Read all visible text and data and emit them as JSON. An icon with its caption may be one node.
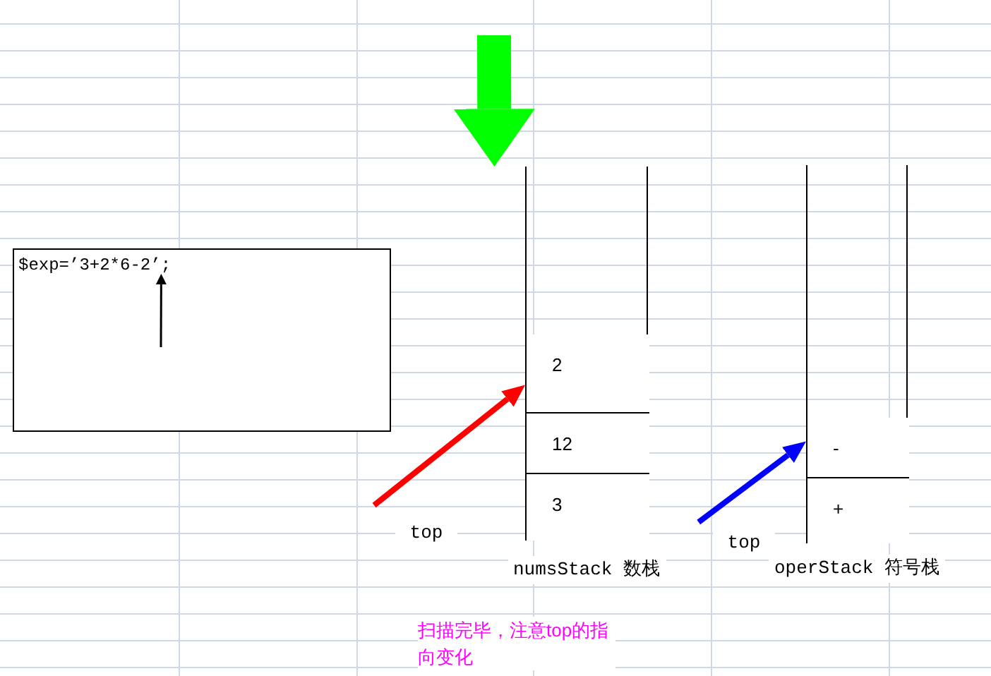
{
  "diagram": {
    "nodes": [
      {
        "text": [],
        "shape": "box"
      },
      {
        "text": [
          "$exp=’3+2*6-2’;"
        ],
        "in": 0
      },
      {
        "text": [],
        "shape": "box",
        "beside": [
          "numsStack 数栈"
        ]
      },
      {
        "text": [
          "2"
        ],
        "in": 2
      },
      {
        "text": [
          "12"
        ],
        "in": 2
      },
      {
        "text": [
          "3"
        ],
        "in": 2
      },
      {
        "text": [],
        "shape": "box",
        "beside": [
          "operStack 符号栈"
        ]
      },
      {
        "text": [
          "-"
        ],
        "in": 6
      },
      {
        "text": [
          "+"
        ],
        "in": 6
      },
      {
        "text": [
          "top"
        ]
      },
      {
        "text": [
          "top"
        ]
      }
    ],
    "edges": [
      {
        "from": null,
        "to": 1,
        "arrow": "to"
      },
      {
        "from": null,
        "to": 2,
        "arrow": "to",
        "style": "thick",
        "color": "#00ff00"
      },
      {
        "from": 9,
        "to": 3,
        "arrow": "to",
        "color": "#ff0000"
      },
      {
        "from": 10,
        "to": 7,
        "arrow": "to",
        "color": "#0000ff"
      }
    ],
    "labels": [
      "扫描完毕，注意top的指向变化"
    ]
  }
}
